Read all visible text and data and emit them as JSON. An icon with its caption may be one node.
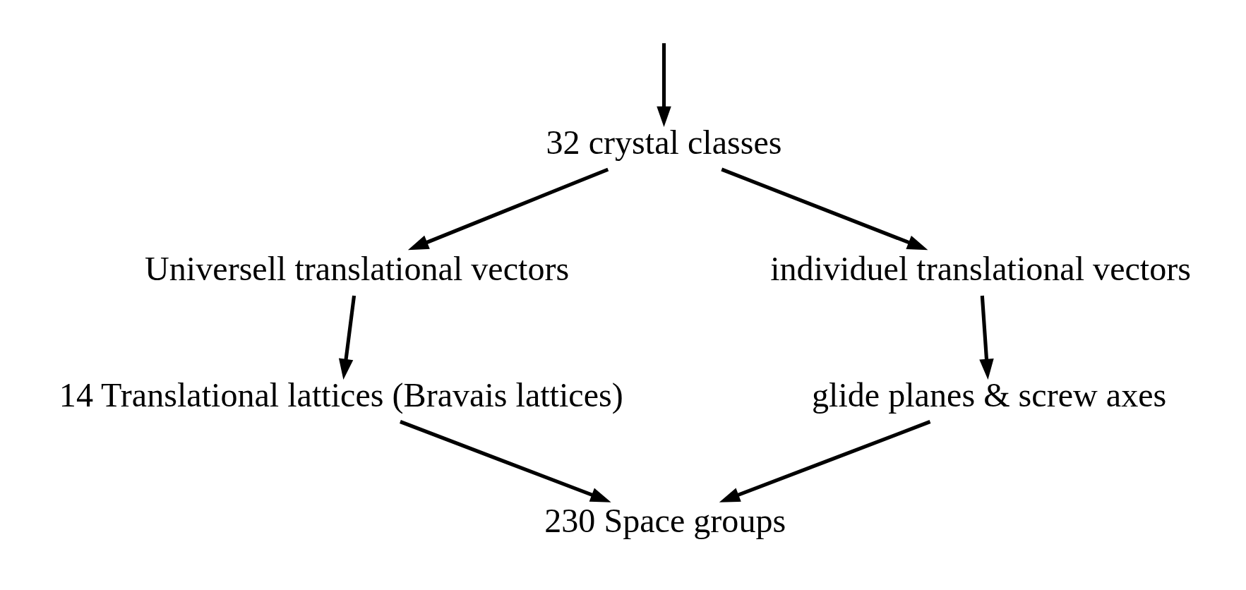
{
  "diagram": {
    "nodes": [
      {
        "text": [
          "32 crystal classes"
        ]
      },
      {
        "text": [
          "Universell translational vectors"
        ]
      },
      {
        "text": [
          "individuel translational vectors"
        ]
      },
      {
        "text": [
          "14 Translational lattices (Bravais lattices)"
        ]
      },
      {
        "text": [
          "glide planes & screw axes"
        ]
      },
      {
        "text": [
          "230 Space groups"
        ]
      }
    ],
    "edges": [
      {
        "from": null,
        "to": 0,
        "arrow": "to"
      },
      {
        "from": 0,
        "to": 1,
        "arrow": "to"
      },
      {
        "from": 0,
        "to": 2,
        "arrow": "to"
      },
      {
        "from": 1,
        "to": 3,
        "arrow": "to"
      },
      {
        "from": 2,
        "to": 4,
        "arrow": "to"
      },
      {
        "from": 3,
        "to": 5,
        "arrow": "to"
      },
      {
        "from": 4,
        "to": 5,
        "arrow": "to"
      }
    ]
  }
}
